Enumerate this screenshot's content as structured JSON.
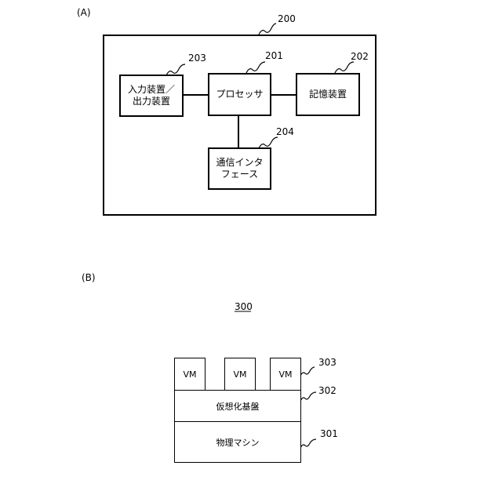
{
  "panel_a": {
    "label": "(A)",
    "ref_system": "200",
    "processor": {
      "text": "プロセッサ",
      "ref": "201"
    },
    "storage": {
      "text": "記憶装置",
      "ref": "202"
    },
    "io": {
      "line1": "入力装置／",
      "line2": "出力装置",
      "ref": "203"
    },
    "comm": {
      "line1": "通信インタ",
      "line2": "フェース",
      "ref": "204"
    }
  },
  "panel_b": {
    "label": "(B)",
    "ref_title": "300",
    "vm_label": "VM",
    "ref_vm": "303",
    "virtualization": {
      "text": "仮想化基盤",
      "ref": "302"
    },
    "physical": {
      "text": "物理マシン",
      "ref": "301"
    }
  }
}
